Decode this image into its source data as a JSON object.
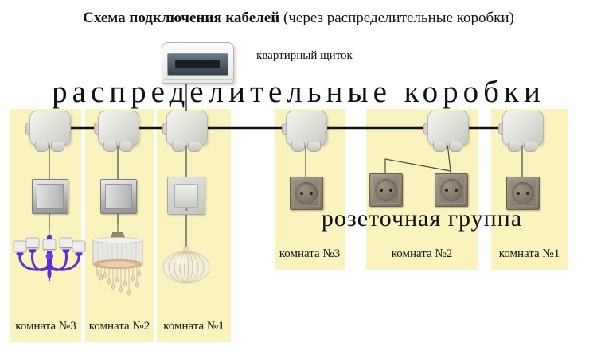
{
  "title": {
    "main": "Схема подключения кабелей",
    "sub": "(через распределительные коробки)"
  },
  "apartment_panel_label": "квартирный щиток",
  "group_headers": {
    "junction_boxes": "распределительные коробки",
    "socket_group": "розеточная группа"
  },
  "lighting_group": {
    "rooms": [
      {
        "label": "комната №3",
        "fixture": "purple-chandelier"
      },
      {
        "label": "комната №2",
        "fixture": "crystal-drum-chandelier"
      },
      {
        "label": "комната №1",
        "fixture": "pendant-lamp"
      }
    ]
  },
  "socket_group": {
    "rooms": [
      {
        "label": "комната №3",
        "outlet_count": 1
      },
      {
        "label": "комната №2",
        "outlet_count": 2
      },
      {
        "label": "комната №1",
        "outlet_count": 1
      }
    ]
  },
  "colors": {
    "room_panel_bg": "#FBF3BE",
    "wire": "#1A1A1A",
    "chandelier_purple": "#5C2DD6",
    "outlet_body": "#8D8475",
    "junction_box": "#D9D9D3",
    "switch_silver": "#C9C9C9",
    "panel_window": "#3A4650"
  }
}
